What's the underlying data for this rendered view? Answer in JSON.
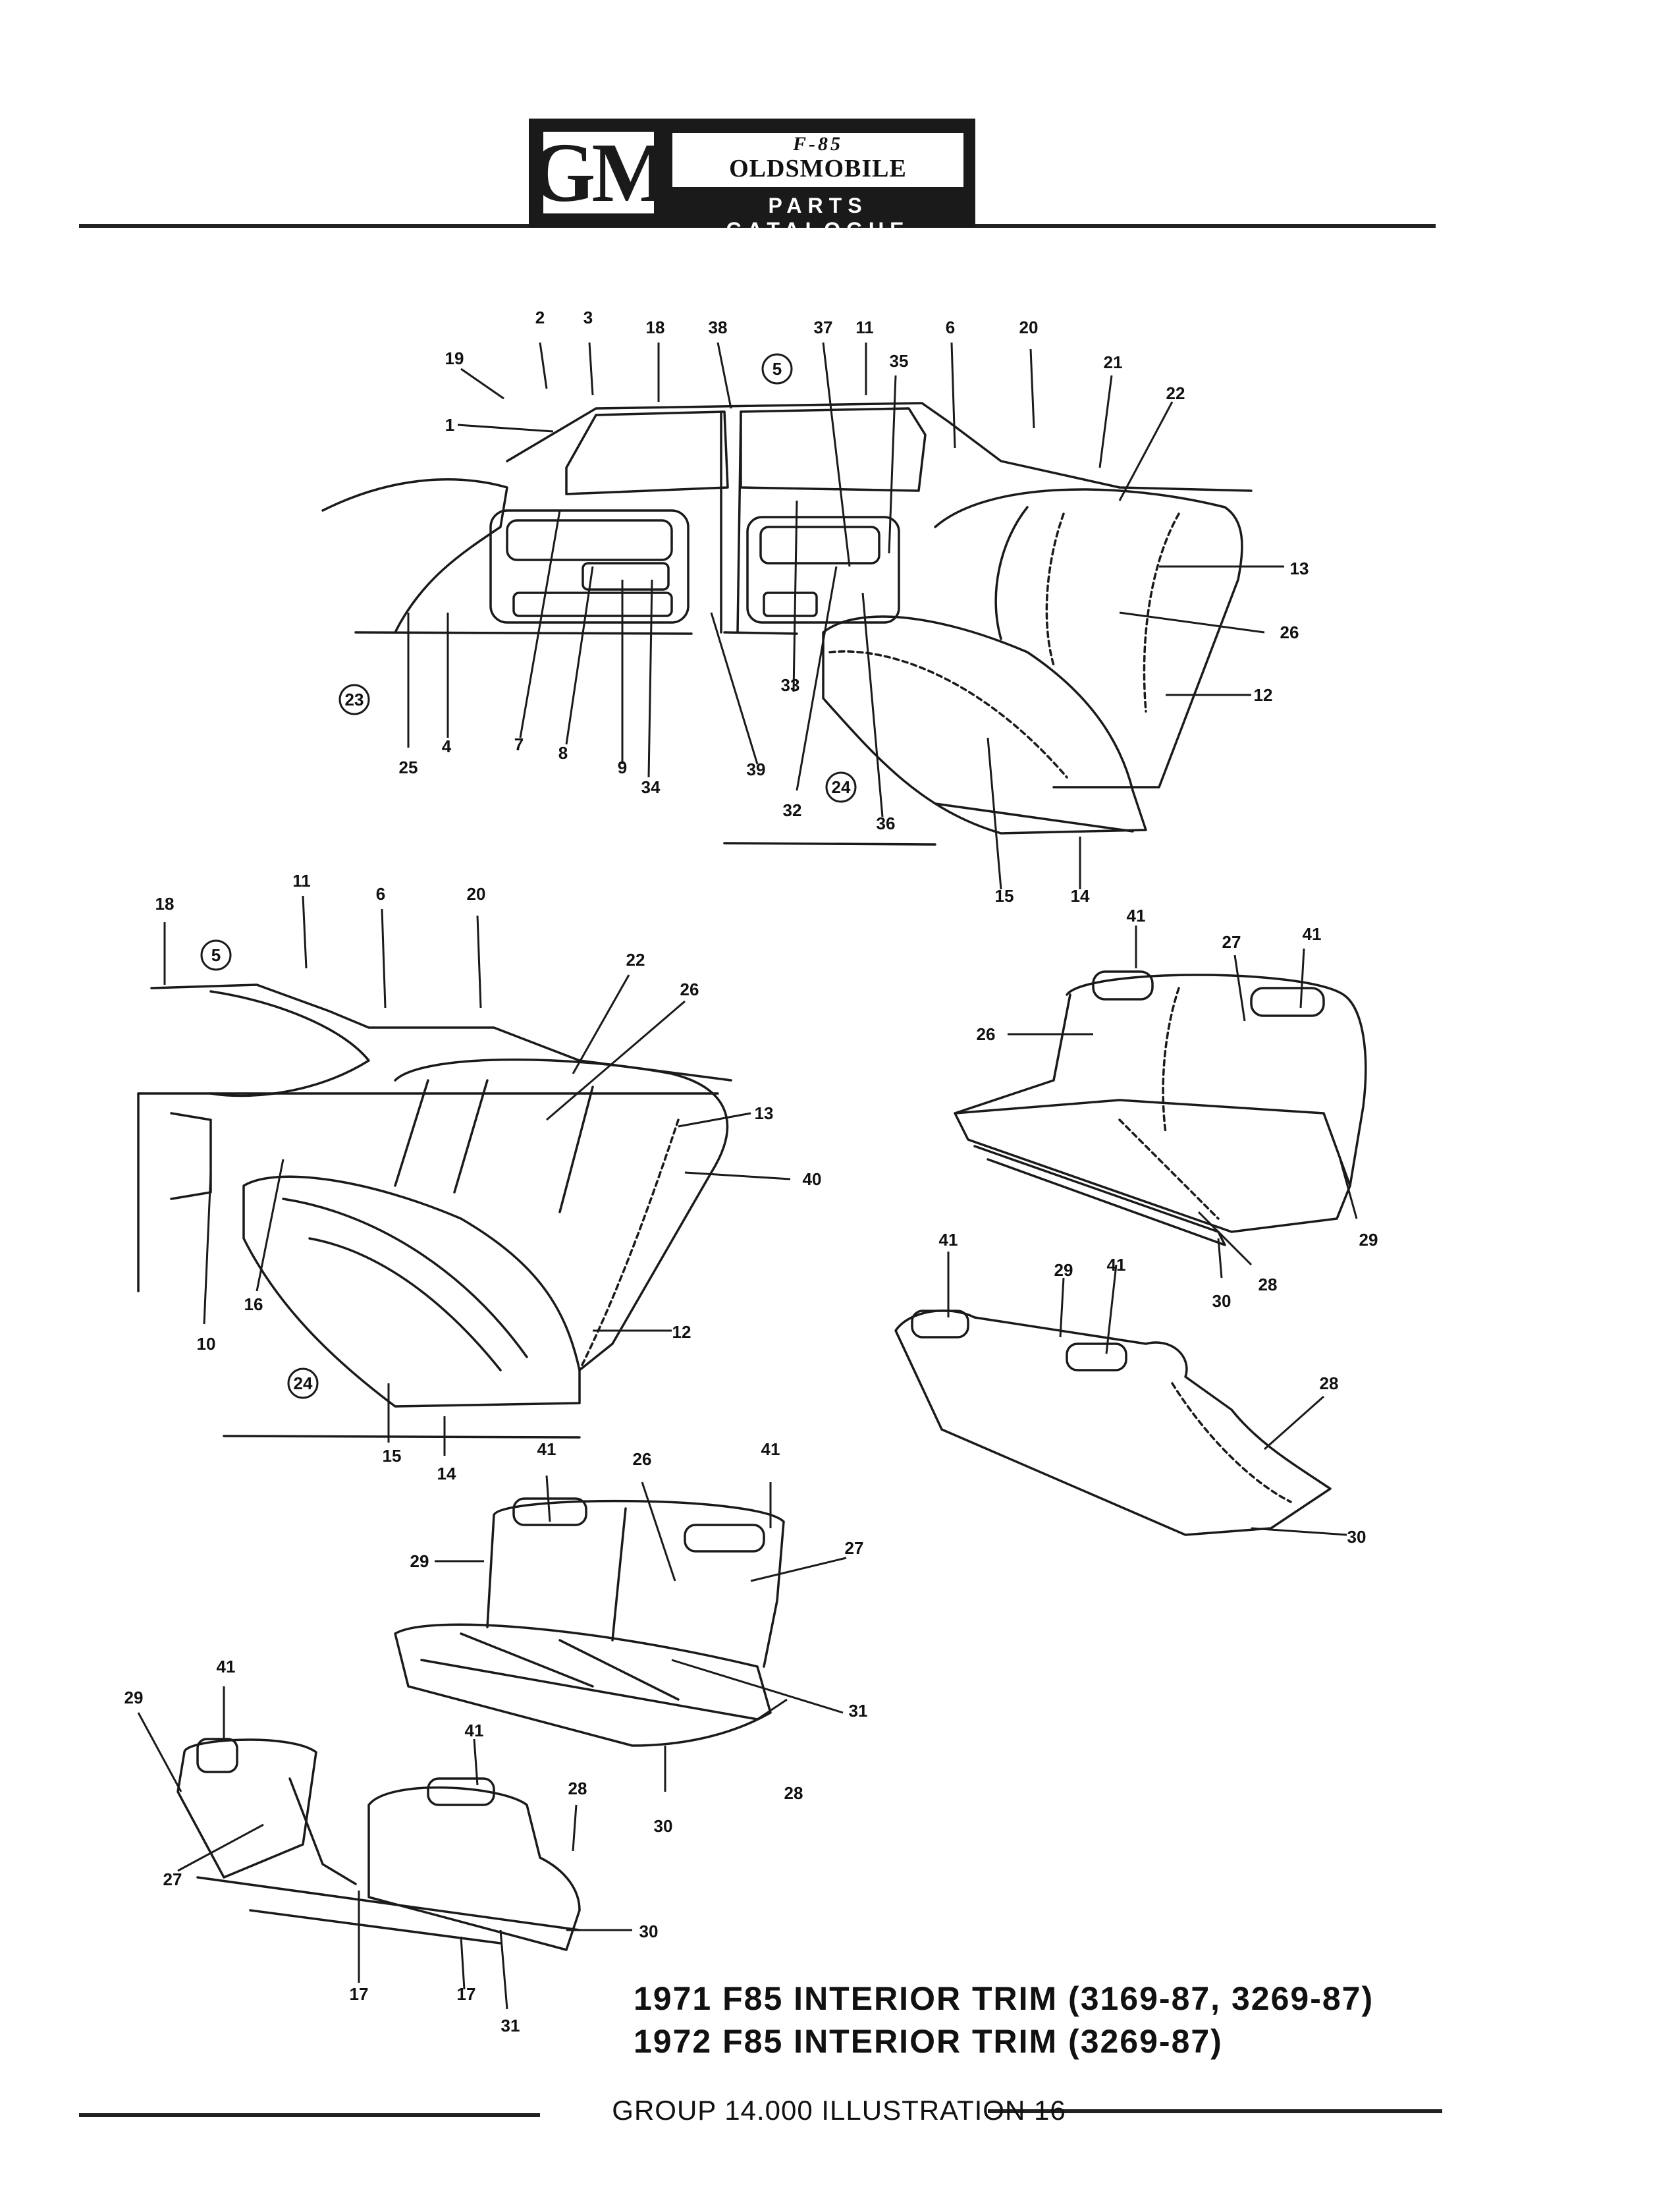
{
  "header": {
    "logo_left": "GM",
    "model_mark": "F-85",
    "make": "OLDSMOBILE",
    "catalogue": "PARTS CATALOGUE"
  },
  "callouts": {
    "top": [
      "2",
      "3",
      "18",
      "38",
      "37",
      "11",
      "35",
      "6",
      "20",
      "19",
      "1",
      "5",
      "21",
      "22",
      "13",
      "26",
      "12",
      "25",
      "4",
      "7",
      "8",
      "9",
      "34",
      "39",
      "33",
      "32",
      "36",
      "23",
      "24",
      "15",
      "14"
    ],
    "middle_left": [
      "18",
      "11",
      "6",
      "20",
      "5",
      "22",
      "26",
      "13",
      "40",
      "10",
      "16",
      "12",
      "24",
      "15",
      "14"
    ],
    "middle_right": [
      "41",
      "27",
      "41",
      "26",
      "29",
      "30",
      "28",
      "41",
      "29",
      "41",
      "28",
      "30"
    ],
    "bottom_center": [
      "41",
      "26",
      "41",
      "29",
      "27",
      "31",
      "28",
      "30"
    ],
    "bottom_left": [
      "41",
      "29",
      "41",
      "28",
      "27",
      "30",
      "17",
      "17",
      "31"
    ]
  },
  "title": {
    "line1": "1971  F85  INTERIOR  TRIM  (3169-87,  3269-87)",
    "line2": "1972  F85  INTERIOR  TRIM  (3269-87)"
  },
  "footer": "GROUP 14.000 ILLUSTRATION 16"
}
